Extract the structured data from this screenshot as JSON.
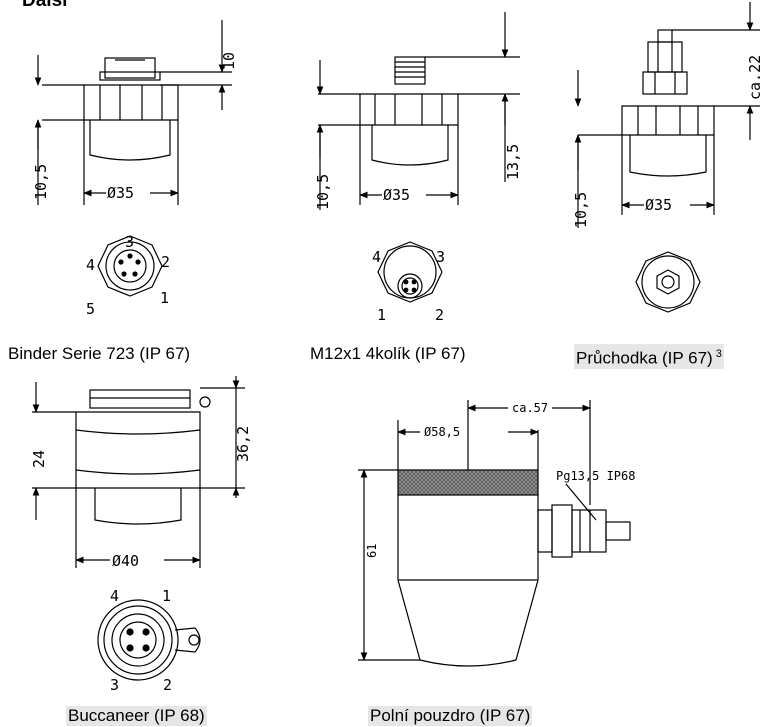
{
  "heading": "Další",
  "captions": {
    "binder": "Binder Serie 723 (IP 67)",
    "m12": "M12x1 4kolík (IP 67)",
    "gland": "Průchodka (IP 67)",
    "gland_note": "3",
    "buccaneer": "Buccaneer (IP 68)",
    "field": "Polní pouzdro (IP 67)"
  },
  "dims": {
    "binder_height_top": "10",
    "binder_height_body": "10,5",
    "binder_diameter": "Ø35",
    "m12_height_body": "10,5",
    "m12_height_top": "13,5",
    "m12_diameter": "Ø35",
    "gland_height_top": "ca.22",
    "gland_height_body": "10,5",
    "gland_diameter": "Ø35",
    "bucc_height_left": "24",
    "bucc_height_right": "36,2",
    "bucc_diameter": "Ø40",
    "field_offset": "ca.57",
    "field_diameter": "Ø58,5",
    "field_gland_label": "Pg13,5  IP68",
    "field_height": "61"
  },
  "pins": {
    "binder": [
      "3",
      "2",
      "1",
      "5",
      "4"
    ],
    "m12": [
      "4",
      "3",
      "1",
      "2"
    ],
    "buccaneer": [
      "4",
      "1",
      "3",
      "2"
    ]
  }
}
